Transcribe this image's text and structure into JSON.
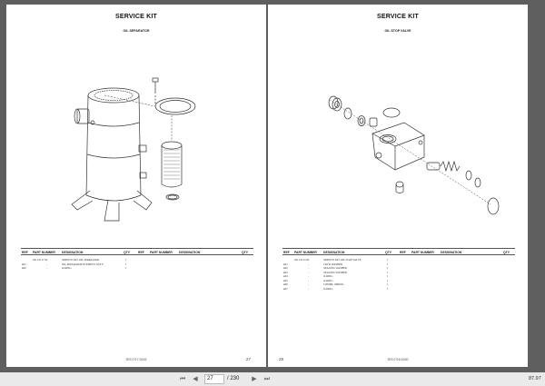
{
  "left_page": {
    "title": "SERVICE KIT",
    "subtitle": "OIL SEPARATOR",
    "headers": [
      "REF",
      "PART NUMBER",
      "DESIGNATION",
      "QTY",
      "REF",
      "PART NUMBER",
      "DESIGNATION",
      "QTY"
    ],
    "rows": [
      {
        "ref": "",
        "part": "2911 0117 00",
        "designation": "SERVICE KIT OIL SEPARATOR",
        "qty": "1"
      },
      {
        "ref": "●01",
        "part": "-",
        "designation": "OIL SEPARATOR ELEMENT ASS'Y",
        "qty": "1"
      },
      {
        "ref": "●02",
        "part": "-",
        "designation": "O-RING",
        "qty": "1"
      }
    ],
    "footer_code": "2ES 0717 00/02",
    "page_number": "27"
  },
  "right_page": {
    "title": "SERVICE KIT",
    "subtitle": "OIL STOP VALVE",
    "headers": [
      "REF",
      "PART NUMBER",
      "DESIGNATION",
      "QTY",
      "REF",
      "PART NUMBER",
      "DESIGNATION",
      "QTY"
    ],
    "rows": [
      {
        "ref": "",
        "part": "2911 0113 00",
        "designation": "SERVICE KIT OIL STOP VALVE",
        "qty": "1"
      },
      {
        "ref": "●01",
        "part": "-",
        "designation": "LOCK WASHER",
        "qty": "1"
      },
      {
        "ref": "●02",
        "part": "-",
        "designation": "SEALING WASHER",
        "qty": "1"
      },
      {
        "ref": "●03",
        "part": "-",
        "designation": "SEALING WASHER",
        "qty": "1"
      },
      {
        "ref": "●04",
        "part": "-",
        "designation": "O-RING",
        "qty": "1"
      },
      {
        "ref": "●05",
        "part": "-",
        "designation": "O-RING",
        "qty": "1"
      },
      {
        "ref": "●06",
        "part": "-",
        "designation": "COMPR. SPRING",
        "qty": "1"
      },
      {
        "ref": "●07",
        "part": "-",
        "designation": "O-RING",
        "qty": "1"
      }
    ],
    "footer_code": "2ES 0716 00/00",
    "page_number": "28"
  },
  "viewer": {
    "current_page": "27",
    "page_total": "/ 230",
    "zoom": "87.97"
  },
  "icons": {
    "first": "first-page-icon",
    "prev": "previous-page-icon",
    "next": "next-page-icon",
    "last": "last-page-icon"
  },
  "colors": {
    "background": "#5f5f5f",
    "page": "#ffffff",
    "toolbar": "#eaeaea"
  }
}
